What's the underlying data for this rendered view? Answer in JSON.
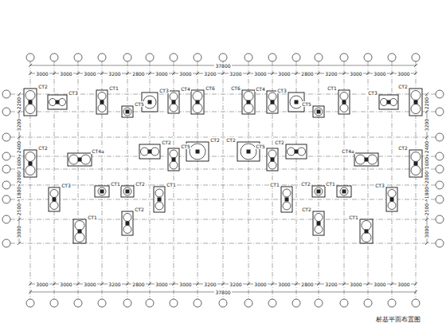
{
  "diagram": {
    "labels": [
      "37800",
      "3000",
      "3000",
      "3000",
      "3200",
      "2800",
      "3000",
      "3000",
      "3200",
      "3200",
      "3000",
      "3000",
      "2800",
      "3200",
      "3000",
      "3000",
      "3000",
      "3000",
      "3000",
      "3000",
      "3200",
      "2800",
      "3000",
      "3000",
      "3200",
      "3200",
      "3000",
      "3000",
      "2800",
      "3200",
      "3000",
      "3000",
      "3000",
      "37800",
      "2200",
      "3200",
      "2400",
      "1600",
      "2000",
      "1800",
      "2500",
      "3000",
      "2200",
      "3200",
      "2400",
      "1600",
      "2000",
      "1800",
      "2500",
      "3000",
      "CT2",
      "CT2",
      "CT3",
      "CT4a",
      "CT1",
      "CT5",
      "CT3",
      "CT2",
      "CT4",
      "CT5",
      "CT6",
      "CT2",
      "CT3",
      "CT1",
      "CT1",
      "CT2",
      "CT2",
      "CT1",
      "CT2",
      "CT2",
      "CT3",
      "CT4a",
      "CT1",
      "CT5",
      "CT3",
      "CT2",
      "CT4",
      "CT5",
      "CT6",
      "CT2",
      "CT3",
      "CT1",
      "CT1",
      "CT2",
      "CT2",
      "CT1",
      "桩基平面布置图"
    ]
  }
}
